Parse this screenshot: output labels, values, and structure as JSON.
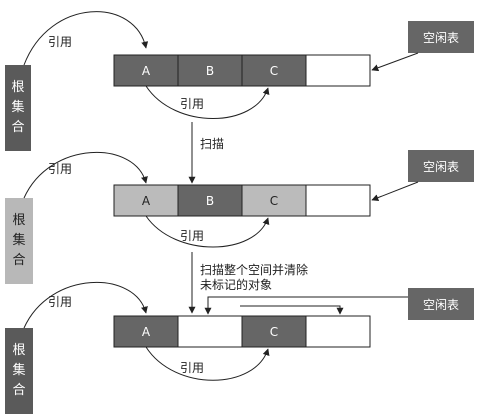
{
  "labels": {
    "ref": "引用",
    "scan": "扫描",
    "scan_clear_line1": "扫描整个空间并清除",
    "scan_clear_line2": "未标记的对象",
    "free_list": "空闲表"
  },
  "root_set": {
    "line1": "根",
    "line2": "集",
    "line3": "合"
  },
  "rows": [
    {
      "cells": [
        {
          "label": "A",
          "state": "dark"
        },
        {
          "label": "B",
          "state": "dark"
        },
        {
          "label": "C",
          "state": "dark"
        },
        {
          "label": "",
          "state": "free"
        }
      ]
    },
    {
      "cells": [
        {
          "label": "A",
          "state": "marked"
        },
        {
          "label": "B",
          "state": "dark"
        },
        {
          "label": "C",
          "state": "marked"
        },
        {
          "label": "",
          "state": "free"
        }
      ]
    },
    {
      "cells": [
        {
          "label": "A",
          "state": "dark"
        },
        {
          "label": "",
          "state": "free"
        },
        {
          "label": "C",
          "state": "dark"
        },
        {
          "label": "",
          "state": "free"
        }
      ]
    }
  ],
  "colors": {
    "dark": "#666666",
    "marked": "#bbbbbb",
    "free": "#ffffff",
    "root_dark": "#5a5a5a",
    "root_light": "#b8b8b8",
    "border": "#222222"
  }
}
